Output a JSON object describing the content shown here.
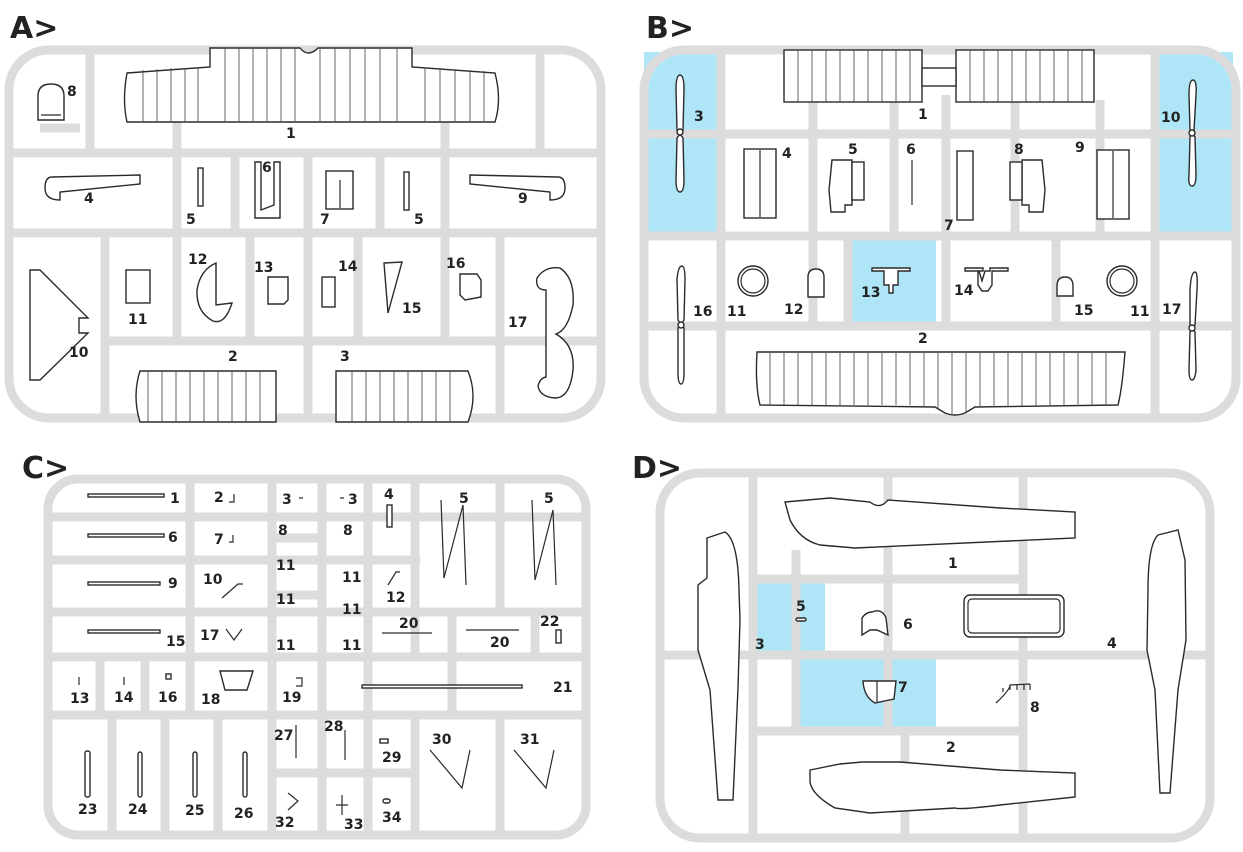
{
  "sprues": {
    "A": {
      "title": "A>",
      "highlight_color": "#aee6f7",
      "parts": [
        "1",
        "2",
        "3",
        "4",
        "5",
        "5",
        "6",
        "7",
        "8",
        "9",
        "10",
        "11",
        "12",
        "13",
        "14",
        "15",
        "16",
        "17"
      ],
      "highlighted": []
    },
    "B": {
      "title": "B>",
      "highlight_color": "#aee6f7",
      "parts": [
        "1",
        "2",
        "3",
        "4",
        "5",
        "6",
        "7",
        "8",
        "9",
        "10",
        "11",
        "11",
        "12",
        "13",
        "14",
        "15",
        "16",
        "17"
      ],
      "highlighted": [
        "3",
        "10",
        "13"
      ]
    },
    "C": {
      "title": "C>",
      "highlight_color": "#aee6f7",
      "parts": [
        "1",
        "2",
        "3",
        "3",
        "4",
        "5",
        "5",
        "6",
        "7",
        "8",
        "8",
        "9",
        "10",
        "11",
        "11",
        "11",
        "11",
        "11",
        "11",
        "12",
        "13",
        "14",
        "15",
        "16",
        "17",
        "18",
        "19",
        "20",
        "20",
        "21",
        "22",
        "23",
        "24",
        "25",
        "26",
        "27",
        "28",
        "29",
        "30",
        "31",
        "32",
        "33",
        "34"
      ],
      "highlighted": []
    },
    "D": {
      "title": "D>",
      "highlight_color": "#aee6f7",
      "parts": [
        "1",
        "2",
        "3",
        "4",
        "5",
        "6",
        "7",
        "8"
      ],
      "highlighted": [
        "5",
        "7"
      ]
    }
  },
  "colors": {
    "sprue_frame": "#dcdcdc",
    "highlight": "#aee6f7",
    "outline": "#2a2a2a"
  }
}
